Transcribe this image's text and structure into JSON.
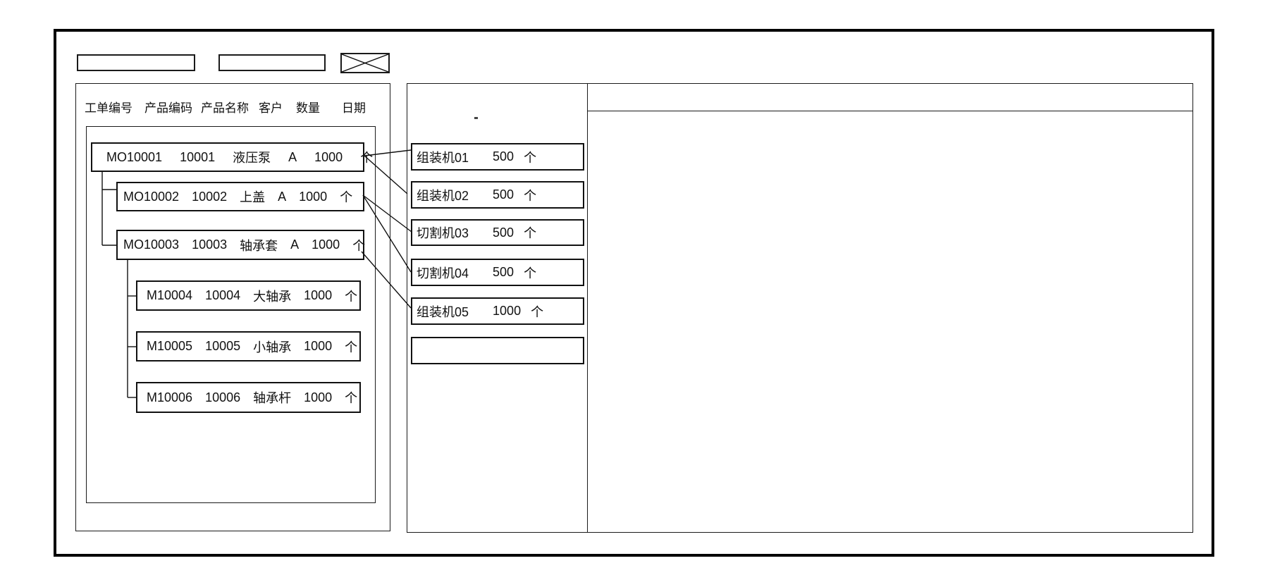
{
  "toolbar": {
    "field1_value": "",
    "field2_value": ""
  },
  "left_panel": {
    "columns": [
      "工单编号",
      "产品编码",
      "产品名称",
      "客户",
      "数量",
      "日期"
    ],
    "orders": [
      {
        "order_no": "MO10001",
        "product_code": "10001",
        "product_name": "液压泵",
        "customer": "A",
        "qty": "1000",
        "unit": "个"
      },
      {
        "order_no": "MO10002",
        "product_code": "10002",
        "product_name": "上盖",
        "customer": "A",
        "qty": "1000",
        "unit": "个"
      },
      {
        "order_no": "MO10003",
        "product_code": "10003",
        "product_name": "轴承套",
        "customer": "A",
        "qty": "1000",
        "unit": "个"
      },
      {
        "order_no": "M10004",
        "product_code": "10004",
        "product_name": "大轴承",
        "qty": "1000",
        "unit": "个"
      },
      {
        "order_no": "M10005",
        "product_code": "10005",
        "product_name": "小轴承",
        "qty": "1000",
        "unit": "个"
      },
      {
        "order_no": "M10006",
        "product_code": "10006",
        "product_name": "轴承杆",
        "qty": "1000",
        "unit": "个"
      }
    ]
  },
  "machine_panel": {
    "machines": [
      {
        "name": "组装机01",
        "qty": "500",
        "unit": "个"
      },
      {
        "name": "组装机02",
        "qty": "500",
        "unit": "个"
      },
      {
        "name": "切割机03",
        "qty": "500",
        "unit": "个"
      },
      {
        "name": "切割机04",
        "qty": "500",
        "unit": "个"
      },
      {
        "name": "组装机05",
        "qty": "1000",
        "unit": "个"
      },
      {
        "name": "",
        "qty": "",
        "unit": ""
      }
    ]
  },
  "connections": [
    {
      "from": "MO10001",
      "to": "组装机01"
    },
    {
      "from": "MO10001",
      "to": "组装机02"
    },
    {
      "from": "MO10002",
      "to": "切割机03"
    },
    {
      "from": "MO10002",
      "to": "切割机04"
    },
    {
      "from": "MO10003",
      "to": "组装机05"
    }
  ],
  "colors": {
    "line": "#111111",
    "background": "#ffffff"
  }
}
